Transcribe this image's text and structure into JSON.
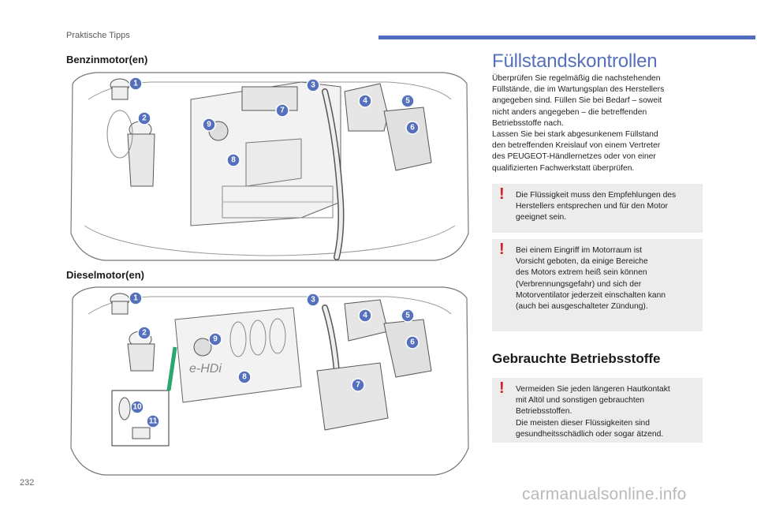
{
  "header": {
    "section": "Praktische Tipps",
    "accent_color": "#4f6cc0"
  },
  "left": {
    "petrol_heading": "Benzinmotor(en)",
    "diesel_heading": "Dieselmotor(en)",
    "petrol_callouts": [
      "1",
      "2",
      "3",
      "4",
      "5",
      "6",
      "7",
      "8",
      "9"
    ],
    "diesel_callouts": [
      "1",
      "2",
      "3",
      "4",
      "5",
      "6",
      "7",
      "8",
      "9",
      "10",
      "11"
    ],
    "diesel_engine_badge": "e-HDi"
  },
  "right": {
    "title": "Füllstandskontrollen",
    "intro": "Überprüfen Sie regelmäßig die nachstehenden\nFüllstände, die im Wartungsplan des Herstellers\nangegeben sind. Füllen Sie bei Bedarf – soweit\nnicht anders angegeben – die betreffenden\nBetriebsstoffe nach.\nLassen Sie bei stark abgesunkenem Füllstand\nden betreffenden Kreislauf von einem Vertreter\ndes PEUGEOT-Händlernetzes oder von einer\nqualifizierten Fachwerkstatt überprüfen.",
    "notice1": "Die Flüssigkeit muss den Empfehlungen des\nHerstellers entsprechen und für den Motor\ngeeignet sein.",
    "notice2": "Bei einem Eingriff im Motorraum ist\nVorsicht geboten, da einige Bereiche\ndes Motors extrem heiß sein können\n(Verbrennungsgefahr) und sich der\nMotorventilator jederzeit einschalten kann\n(auch bei ausgeschalteter Zündung).",
    "subtitle": "Gebrauchte Betriebsstoffe",
    "notice3": "Vermeiden Sie jeden längeren Hautkontakt\nmit Altöl und sonstigen gebrauchten\nBetriebsstoffen.\nDie meisten dieser Flüssigkeiten sind\ngesundheitsschädlich oder sogar ätzend.",
    "warn_symbol": "!",
    "warn_color": "#d21f26",
    "title_color": "#5570bd"
  },
  "footer": {
    "page_number": "232",
    "watermark": "carmanualsonline.info"
  }
}
